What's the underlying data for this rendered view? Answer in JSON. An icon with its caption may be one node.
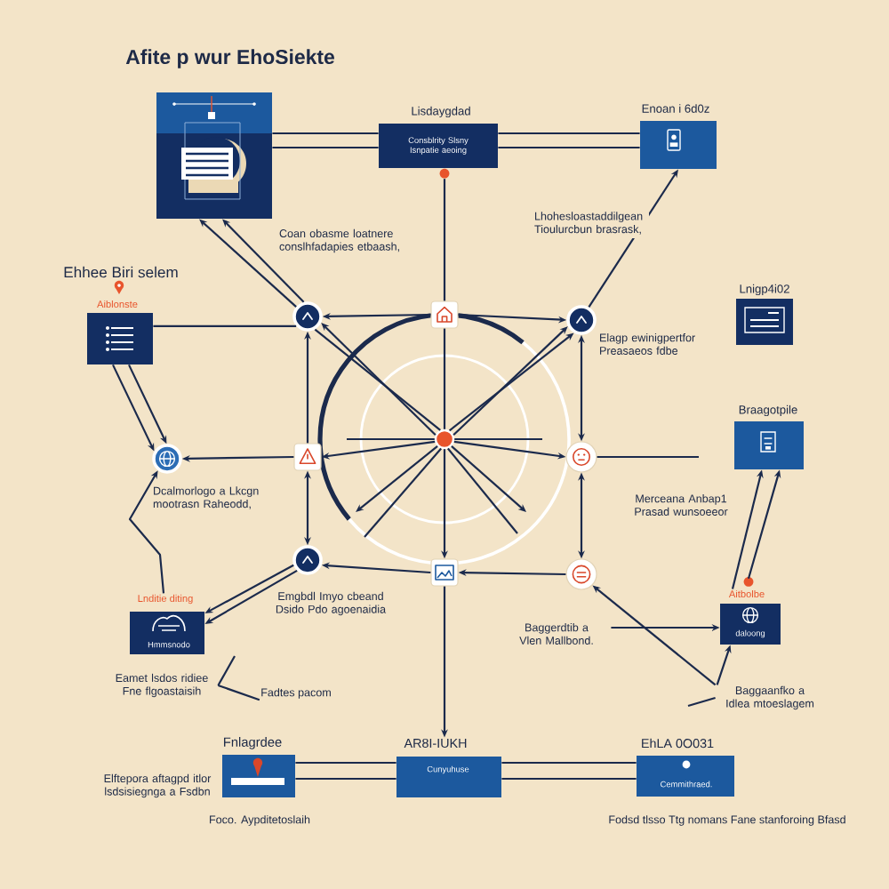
{
  "diagram": {
    "title": "Afite p wur EhoSiekte",
    "nodes": [
      {
        "text": [],
        "shape": "picture"
      },
      {
        "text": [
          "Lisdaygdad",
          "Consblrity Slsny Isnpatie aeoing"
        ]
      },
      {
        "text": [
          "Enoan i 6d0z"
        ]
      },
      {
        "text": [
          "Aiblonste"
        ]
      },
      {
        "text": [],
        "shape": "circle"
      },
      {
        "text": [],
        "shape": "box"
      },
      {
        "text": [],
        "shape": "circle"
      },
      {
        "text": [
          "Lnigp4i02"
        ]
      },
      {
        "text": [],
        "shape": "circle"
      },
      {
        "text": [],
        "shape": "box"
      },
      {
        "text": [],
        "shape": "circle"
      },
      {
        "text": [],
        "shape": "circle"
      },
      {
        "text": [
          "Braagotpile"
        ]
      },
      {
        "text": [],
        "shape": "circle"
      },
      {
        "text": [],
        "shape": "box"
      },
      {
        "text": [],
        "shape": "circle"
      },
      {
        "text": [
          "Lnditie diting",
          "Hmmsnodo"
        ]
      },
      {
        "text": [
          "Aitbolbe",
          "daloong"
        ]
      },
      {
        "text": [
          "Baggerdtib a Vlen Mallbond."
        ]
      },
      {
        "text": [
          "Eamet lsdos ridiee Fne flgoastaisih"
        ]
      },
      {
        "text": [
          "Fadtes pacom"
        ]
      },
      {
        "text": [
          "Baggaanfko a Idlea mtoeslagem"
        ]
      },
      {
        "text": [
          "Fnlagrdee"
        ]
      },
      {
        "text": [
          "AR8I-IUKH",
          "Cunyuhuse"
        ]
      },
      {
        "text": [
          "EhLA 0O031",
          "Cemmithraed."
        ]
      }
    ],
    "edges": [
      {
        "from": 0,
        "to": 1,
        "arrow": "none"
      },
      {
        "from": 0,
        "to": 1,
        "arrow": "none"
      },
      {
        "from": 1,
        "to": 2,
        "arrow": "none"
      },
      {
        "from": 1,
        "to": 2,
        "arrow": "none"
      },
      {
        "from": 4,
        "to": 0,
        "arrow": "to"
      },
      {
        "from": 4,
        "to": 0,
        "arrow": "to"
      },
      {
        "from": 1,
        "to": 5,
        "arrow": "none"
      },
      {
        "from": 5,
        "to": 4,
        "arrow": "to"
      },
      {
        "from": 5,
        "to": 6,
        "arrow": "to"
      },
      {
        "from": 9,
        "to": 4,
        "arrow": "to"
      },
      {
        "from": 9,
        "to": 13,
        "arrow": "both"
      },
      {
        "from": 9,
        "to": 8,
        "arrow": "to"
      },
      {
        "from": 10,
        "to": 9,
        "arrow": "to"
      },
      {
        "from": 10,
        "to": 11,
        "arrow": "to"
      },
      {
        "from": 6,
        "to": 11,
        "arrow": "both"
      },
      {
        "from": 11,
        "to": 15,
        "arrow": "both"
      },
      {
        "from": 11,
        "to": null,
        "arrow": "none"
      },
      {
        "from": 10,
        "to": 6,
        "arrow": "to"
      },
      {
        "from": 10,
        "to": 6,
        "arrow": "to"
      },
      {
        "from": 10,
        "to": 4,
        "arrow": "to"
      },
      {
        "from": 4,
        "to": 10,
        "arrow": "none"
      },
      {
        "from": 10,
        "to": null,
        "arrow": "to"
      },
      {
        "from": 10,
        "to": null,
        "arrow": "none"
      },
      {
        "from": 10,
        "to": null,
        "arrow": "to"
      },
      {
        "from": 10,
        "to": null,
        "arrow": "none"
      },
      {
        "from": 10,
        "to": null,
        "arrow": "none"
      },
      {
        "from": 10,
        "to": null,
        "arrow": "none"
      },
      {
        "from": 10,
        "to": 5,
        "arrow": "none"
      },
      {
        "from": 10,
        "to": 14,
        "arrow": "to"
      },
      {
        "from": 6,
        "to": 2,
        "arrow": "to",
        "label": "Lhohesloastaddilgean Tioulurcbun brasrask,"
      },
      {
        "from": 3,
        "to": 4,
        "arrow": "none"
      },
      {
        "from": 3,
        "to": 8,
        "arrow": "to"
      },
      {
        "from": 3,
        "to": 8,
        "arrow": "to"
      },
      {
        "from": 16,
        "to": 8,
        "arrow": "to"
      },
      {
        "from": 13,
        "to": 16,
        "arrow": "to"
      },
      {
        "from": 13,
        "to": 16,
        "arrow": "to"
      },
      {
        "from": 14,
        "to": 13,
        "arrow": "to"
      },
      {
        "from": 15,
        "to": 14,
        "arrow": "to"
      },
      {
        "from": 14,
        "to": 23,
        "arrow": "to"
      },
      {
        "from": 17,
        "to": 12,
        "arrow": "to"
      },
      {
        "from": 17,
        "to": 12,
        "arrow": "to"
      },
      {
        "from": 18,
        "to": 17,
        "arrow": "to"
      },
      {
        "from": 21,
        "to": 15,
        "arrow": "to"
      },
      {
        "from": 21,
        "to": 17,
        "arrow": "to"
      },
      {
        "from": 21,
        "to": null,
        "arrow": "none"
      },
      {
        "from": 19,
        "to": null,
        "arrow": "none"
      },
      {
        "from": 19,
        "to": 20,
        "arrow": "none"
      },
      {
        "from": 22,
        "to": 23,
        "arrow": "none"
      },
      {
        "from": 22,
        "to": 23,
        "arrow": "none"
      },
      {
        "from": 23,
        "to": 24,
        "arrow": "none"
      },
      {
        "from": 23,
        "to": 24,
        "arrow": "none"
      }
    ],
    "labels": [
      "Coan obasme loatnere conslhfadapies etbaash,",
      "Ehhee Biri selem",
      "Elagp ewinigpertfor Preasaeos fdbe",
      "Dcalmorlogo a Lkcgn mootrasn Raheodd,",
      "Merceana Anbap1 Prasad wunsoeeor",
      "Emgbdl Imyo cbeand Dsido Pdo agoenaidia",
      "Elftepora aftagpd itlor lsdsisiegnga a Fsdbn",
      "Foco. Aypditetoslaih",
      "Fodsd tlsso Ttg nomans Fane stanforoing Bfasd"
    ]
  }
}
